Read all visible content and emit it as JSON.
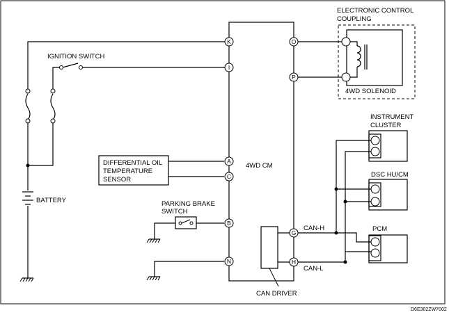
{
  "components": {
    "ignition_switch": "IGNITION SWITCH",
    "battery": "BATTERY",
    "sensor": [
      "DIFFERENTIAL OIL",
      "TEMPERATURE",
      "SENSOR"
    ],
    "parking_brake": [
      "PARKING BRAKE",
      "SWITCH"
    ],
    "module": "4WD CM",
    "can_driver": "CAN DRIVER",
    "coupling": [
      "ELECTRONIC CONTROL",
      "COUPLING"
    ],
    "solenoid": "4WD SOLENOID",
    "instrument_cluster": [
      "INSTRUMENT",
      "CLUSTER"
    ],
    "dsc": "DSC HU/CM",
    "pcm": "PCM"
  },
  "pins": {
    "k": "K",
    "i": "I",
    "a": "A",
    "c": "C",
    "b": "B",
    "n": "N",
    "o": "O",
    "p": "P",
    "g": "G",
    "h": "H"
  },
  "buses": {
    "can_h": "CAN-H",
    "can_l": "CAN-L"
  },
  "figure_code": "D6E302ZW7002"
}
